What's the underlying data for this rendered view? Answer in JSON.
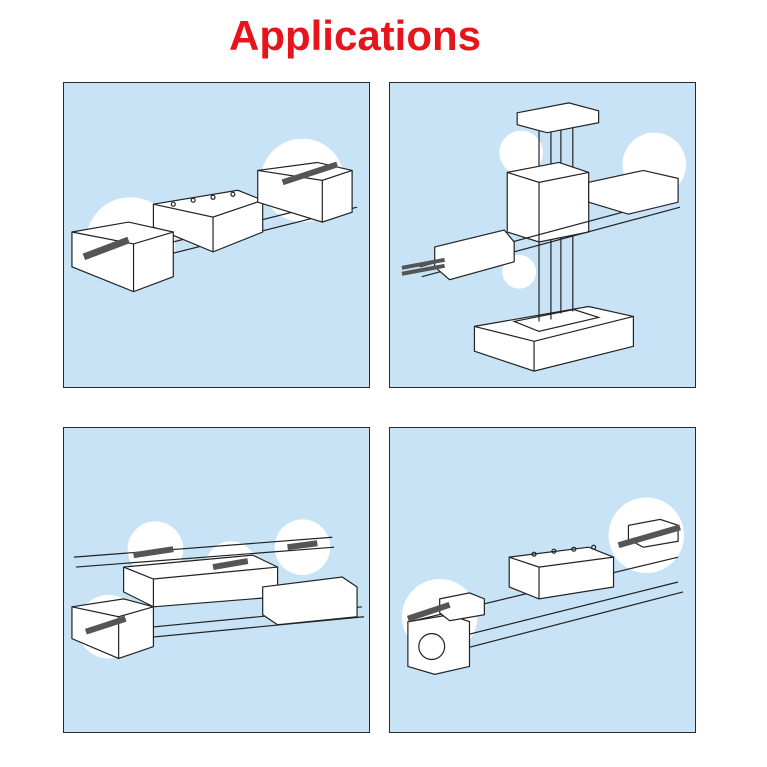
{
  "title": "Applications",
  "colors": {
    "title": "#e8141c",
    "panel_background": "#c7e3f5",
    "highlight": "#ffffff",
    "line": "#222222"
  },
  "panels": [
    {
      "name": "horizontal-slide-application"
    },
    {
      "name": "vertical-column-gripper-application"
    },
    {
      "name": "dual-axis-slide-application"
    },
    {
      "name": "rodless-cylinder-application"
    }
  ]
}
